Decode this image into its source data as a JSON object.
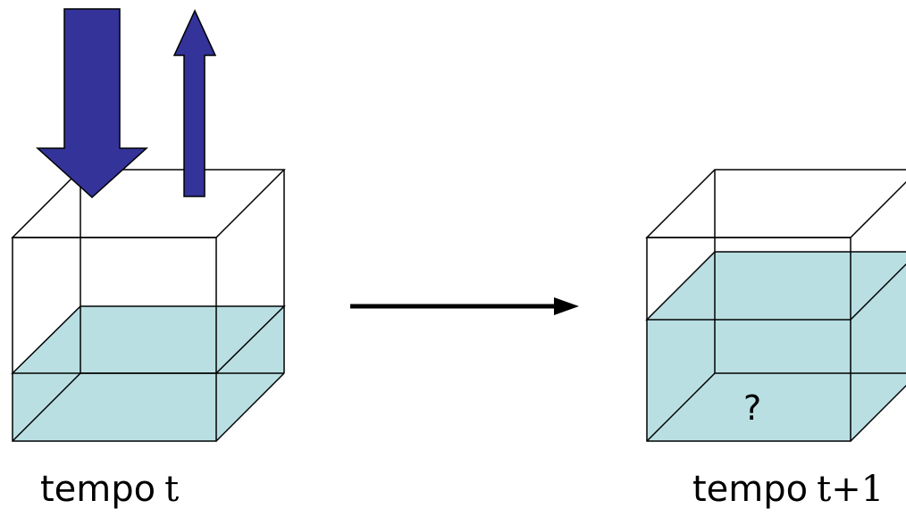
{
  "captions": {
    "left_word": "tempo",
    "left_var": "t",
    "right_word": "tempo",
    "right_var": "t+1"
  },
  "unknown_label": "?",
  "colors": {
    "water": "#b9dfe3",
    "arrow_fill": "#333399",
    "arrow_outline": "#000000",
    "edges": "#000000",
    "transition_arrow": "#000000"
  },
  "icons": {
    "inflow": "down-arrow-icon",
    "outflow": "up-arrow-icon",
    "transition": "right-arrow-icon"
  }
}
